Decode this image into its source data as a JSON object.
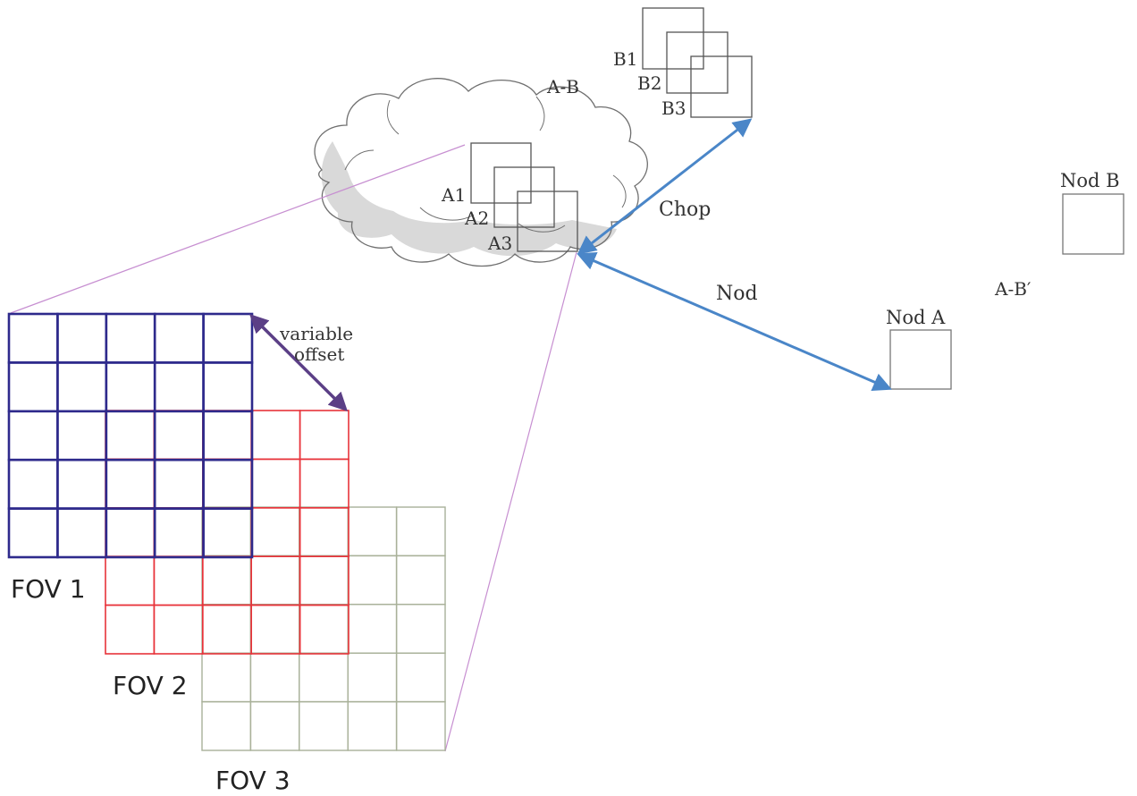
{
  "labels": {
    "a_minus_b": "A-B",
    "a_minus_b_prime": "A-B′",
    "chop": "Chop",
    "nod": "Nod",
    "nod_a": "Nod A",
    "nod_b": "Nod B",
    "b1": "B1",
    "b2": "B2",
    "b3": "B3",
    "a1": "A1",
    "a2": "A2",
    "a3": "A3",
    "variable": "variable",
    "offset": "offset",
    "fov1": "FOV 1",
    "fov2": "FOV 2",
    "fov3": "FOV 3"
  },
  "colors": {
    "fov1_grid": "#2e2a8c",
    "fov2_grid": "#e8333a",
    "fov3_grid": "#a9b199",
    "arrow_blue": "#4a86c8",
    "offset_arrow": "#5b3f86",
    "zoom_line": "#c78fd1",
    "cloud_shadow": "#d9d9d9",
    "square_stroke": "#555555"
  },
  "grids": {
    "fov1": {
      "rows": 5,
      "cols": 5
    },
    "fov2": {
      "rows": 5,
      "cols": 5
    },
    "fov3": {
      "rows": 5,
      "cols": 5
    }
  }
}
